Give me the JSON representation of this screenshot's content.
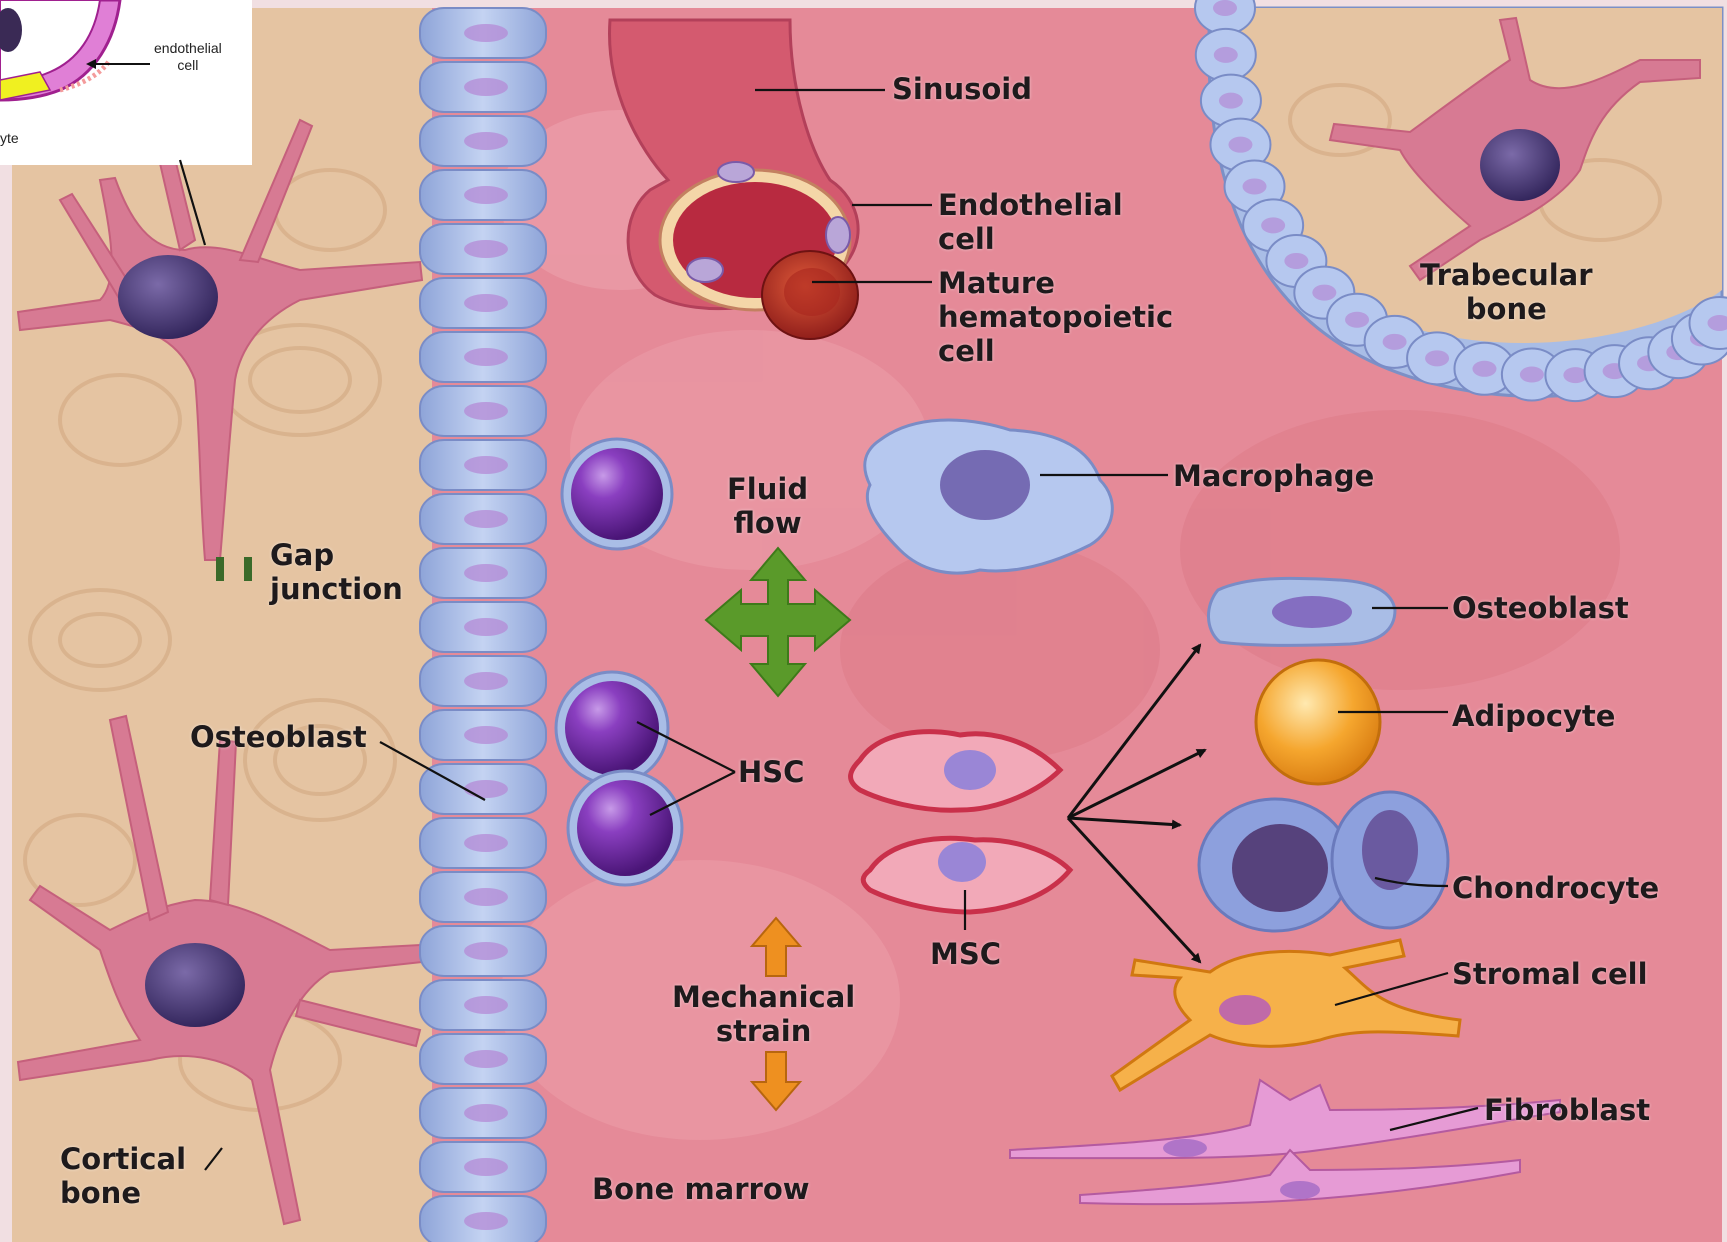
{
  "inset": {
    "endothelial_label": "endothelial\ncell",
    "partial_label": "yte"
  },
  "labels": {
    "sinusoid": "Sinusoid",
    "endothelial_cell": "Endothelial\ncell",
    "mature_hematopoietic_cell": "Mature\nhematopoietic\ncell",
    "trabecular_bone": "Trabecular\nbone",
    "macrophage": "Macrophage",
    "fluid_flow": "Fluid\nflow",
    "gap_junction": "Gap\njunction",
    "osteoblast_left": "Osteoblast",
    "hsc": "HSC",
    "msc": "MSC",
    "mechanical_strain": "Mechanical\nstrain",
    "osteoblast_right": "Osteoblast",
    "adipocyte": "Adipocyte",
    "chondrocyte": "Chondrocyte",
    "stromal_cell": "Stromal cell",
    "fibroblast": "Fibroblast",
    "cortical_bone": "Cortical\nbone",
    "bone_marrow": "Bone marrow"
  },
  "colors": {
    "marrow": "#e58a98",
    "bone": "#e5c4a2",
    "lining_cell": "#a9bde6",
    "hsc": "#6a2a9c",
    "arrow_green": "#5a9a2a",
    "arrow_orange": "#ee9020",
    "adipocyte": "#f5a62e",
    "page_border": "#f1dfe2"
  }
}
